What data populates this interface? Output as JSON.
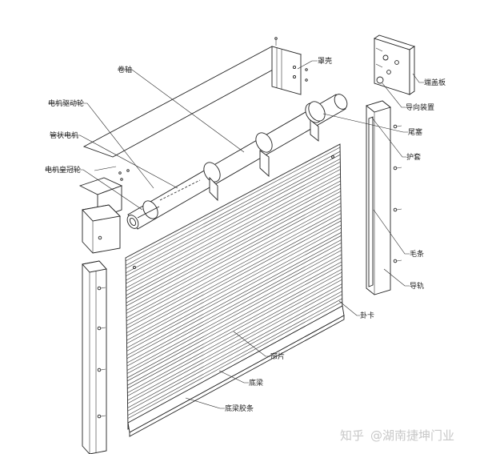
{
  "labels": {
    "juanzhou": "卷轴",
    "zhaoke": "罩壳",
    "dianji_qudonglun": "电机驱动轮",
    "guanzhuang_dianji": "管状电机",
    "dianji_huangguanlun": "电机皇冠轮",
    "duangaiban": "端盖板",
    "daoxiang_zhuangzhi": "导向装置",
    "weisai": "尾塞",
    "hutao": "护套",
    "maotiao": "毛条",
    "daogui": "导轨",
    "guaka": "卦卡",
    "lianpian": "帘片",
    "diliang": "底梁",
    "diliang_jiaotiao": "底梁胶条"
  },
  "watermark": {
    "platform": "知乎",
    "author": "@湖南捷坤门业"
  }
}
